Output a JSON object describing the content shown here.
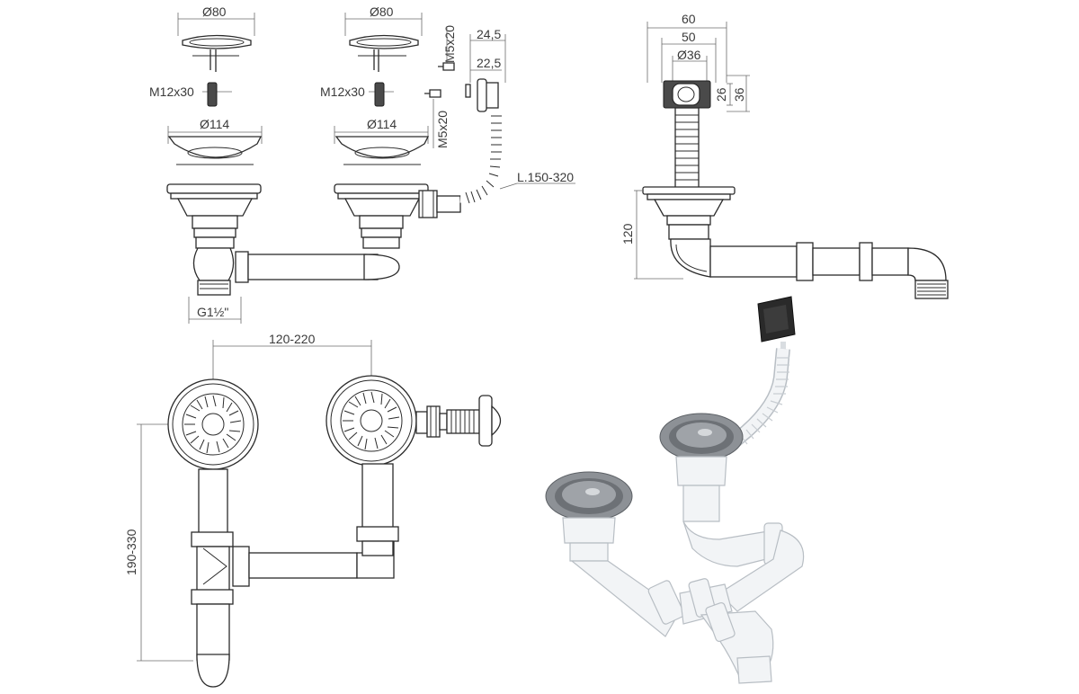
{
  "dimensions": {
    "d80_a": "Ø80",
    "d80_b": "Ø80",
    "m12x30_a": "M12x30",
    "m12x30_b": "M12x30",
    "d114_a": "Ø114",
    "d114_b": "Ø114",
    "m5x20_top": "M5x20",
    "m5x20_bottom": "M5x20",
    "d24_5": "24,5",
    "d22_5": "22,5",
    "hose_length": "L.150-320",
    "thread": "G1½\"",
    "d60": "60",
    "d50": "50",
    "d36_dia": "Ø36",
    "d26": "26",
    "d36_h": "36",
    "d120_h": "120",
    "d120_220": "120-220",
    "d190_330": "190-330"
  },
  "colors": {
    "line": "#2b2b2b",
    "dimension": "#6b6b6b",
    "pipe_white": "#f2f4f6",
    "steel": "#8d9196",
    "overflow_black": "#2a2a2a"
  }
}
